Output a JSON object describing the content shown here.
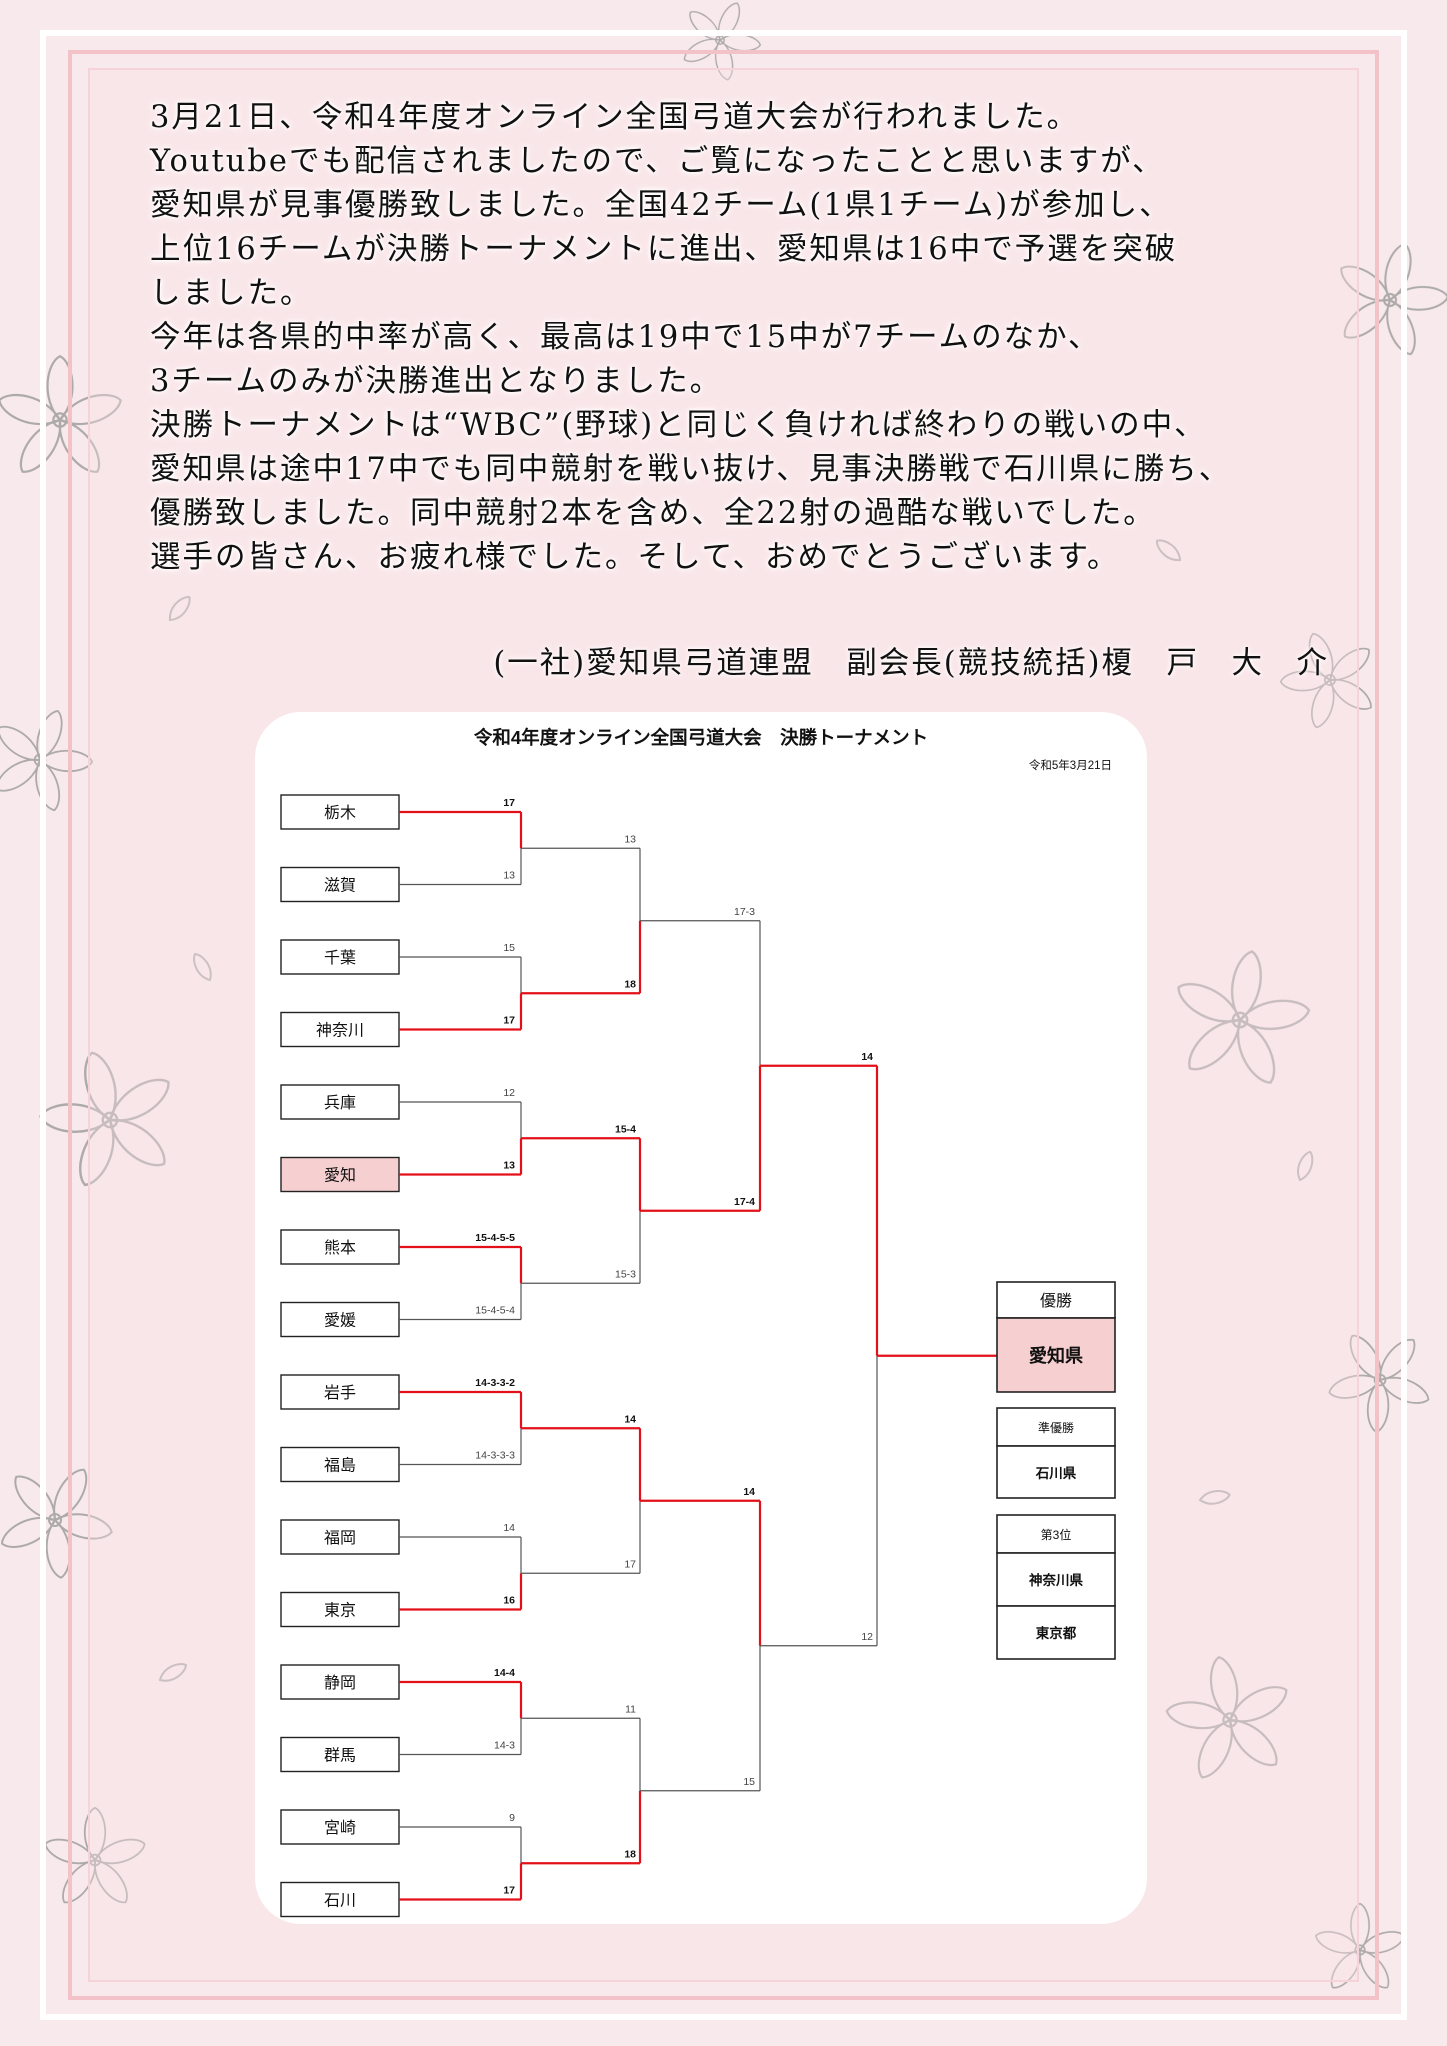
{
  "message": {
    "lines": [
      "3月21日、令和4年度オンライン全国弓道大会が行われました。",
      "Youtubeでも配信されましたので、ご覧になったことと思いますが、",
      "愛知県が見事優勝致しました。全国42チーム(1県1チーム)が参加し、",
      "上位16チームが決勝トーナメントに進出、愛知県は16中で予選を突破",
      "しました。",
      "今年は各県的中率が高く、最高は19中で15中が7チームのなか、",
      "3チームのみが決勝進出となりました。",
      "決勝トーナメントは“WBC”(野球)と同じく負ければ終わりの戦いの中、",
      "愛知県は途中17中でも同中競射を戦い抜け、見事決勝戦で石川県に勝ち、",
      "優勝致しました。同中競射2本を含め、全22射の過酷な戦いでした。",
      "選手の皆さん、お疲れ様でした。そして、おめでとうございます。"
    ],
    "signature": "(一社)愛知県弓道連盟　副会長(競技統括)榎　戸　大　介"
  },
  "bracket": {
    "title": "令和4年度オンライン全国弓道大会　決勝トーナメント",
    "date": "令和5年3月21日",
    "teams": [
      "栃木",
      "滋賀",
      "千葉",
      "神奈川",
      "兵庫",
      "愛知",
      "熊本",
      "愛媛",
      "岩手",
      "福島",
      "福岡",
      "東京",
      "静岡",
      "群馬",
      "宮崎",
      "石川"
    ],
    "highlight_team": "愛知",
    "r1_scores": [
      "17",
      "13",
      "15",
      "17",
      "12",
      "13",
      "15-4-5-5",
      "15-4-5-4",
      "14-3-3-2",
      "14-3-3-3",
      "14",
      "16",
      "14-4",
      "14-3",
      "9",
      "17"
    ],
    "r1_winner_is_top": [
      true,
      false,
      false,
      true,
      true,
      false,
      true,
      false
    ],
    "r2_scores": [
      "13",
      "18",
      "15-4",
      "15-3",
      "14",
      "17",
      "11",
      "18"
    ],
    "r2_winner_is_top": [
      false,
      true,
      true,
      false
    ],
    "r3_scores": [
      "17-3",
      "17-4",
      "14",
      "15"
    ],
    "r3_winner_is_top": [
      false,
      true
    ],
    "r4_scores": [
      "14",
      "12"
    ],
    "r4_winner_is_top": true
  },
  "results": {
    "winner_label": "優勝",
    "winner": "愛知県",
    "runner_up_label": "準優勝",
    "runner_up": "石川県",
    "third_label": "第3位",
    "third": [
      "神奈川県",
      "東京都"
    ]
  },
  "colors": {
    "win_line": "#e3101a",
    "loss_line": "#555555",
    "highlight_fill": "#f6cfd0",
    "background": "#f8e9ec",
    "frame_pink": "#f2c2c8"
  }
}
